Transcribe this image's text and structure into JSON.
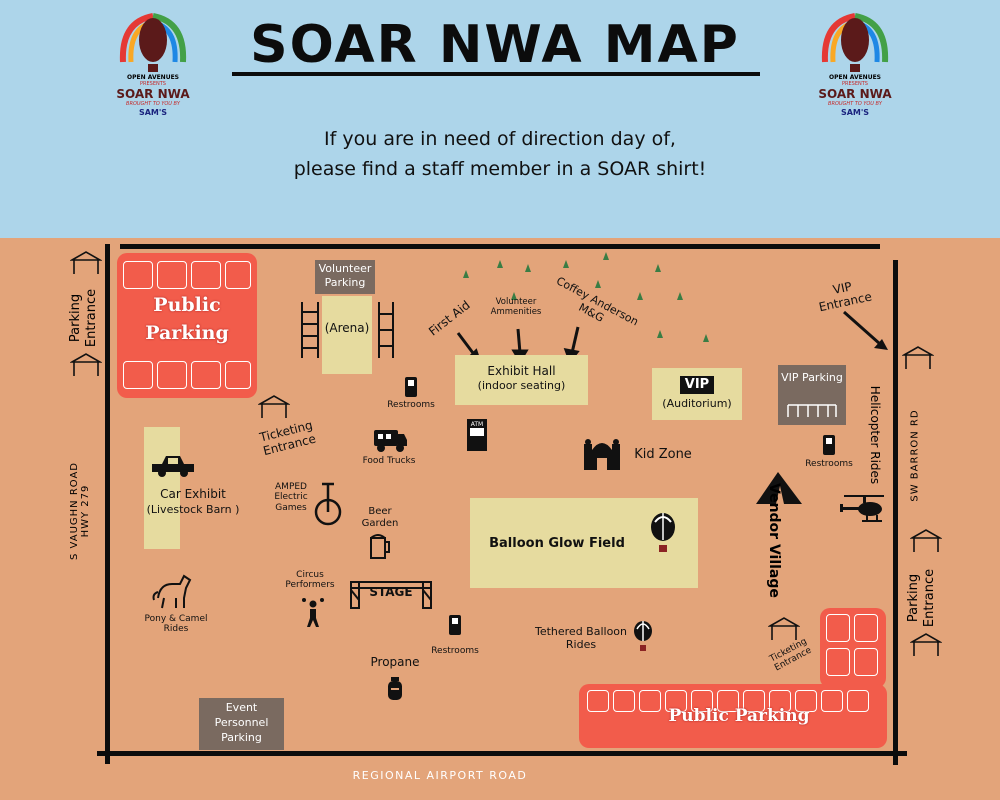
{
  "header": {
    "title": "SOAR NWA MAP",
    "subtitle_line1": "If you are in need of direction day of,",
    "subtitle_line2": "please find a staff member in a SOAR shirt!"
  },
  "logo": {
    "presenter": "OPEN AVENUES",
    "presents": "PRESENTS",
    "name": "SOAR NWA",
    "brought": "BROUGHT TO YOU BY",
    "sponsor": "SAM'S"
  },
  "roads": {
    "west": "S VAUGHN ROAD",
    "west_hwy": "HWY 279",
    "east": "SW BARRON RD",
    "south": "REGIONAL AIRPORT ROAD"
  },
  "lots": {
    "public_parking_nw": "Public Parking",
    "public_parking_se": "Public Parking"
  },
  "places": {
    "volunteer_parking": "Volunteer Parking",
    "arena": "(Arena)",
    "first_aid": "First Aid",
    "volunteer_amenities": "Volunteer Ammenities",
    "coffey": "Coffey Anderson M&G",
    "exhibit_hall": "Exhibit Hall",
    "exhibit_hall_sub": "(indoor seating)",
    "vip_badge": "VIP",
    "auditorium": "(Auditorium)",
    "vip_entrance": "VIP Entrance",
    "vip_parking": "VIP Parking",
    "restrooms_1": "Restrooms",
    "restrooms_2": "Restrooms",
    "restrooms_3": "Restrooms",
    "ticketing_entrance_1": "Ticketing Entrance",
    "ticketing_entrance_2": "Ticketing Entrance",
    "food_trucks": "Food Trucks",
    "kid_zone": "Kid Zone",
    "car_exhibit": "Car Exhibit",
    "car_exhibit_sub": "(Livestock Barn )",
    "amped": "AMPED Electric Games",
    "beer_garden": "Beer Garden",
    "balloon_glow": "Balloon Glow Field",
    "vendor_village": "Vendor Village",
    "helicopter_rides": "Helicopter Rides",
    "circus": "Circus Performers",
    "stage": "STAGE",
    "pony": "Pony & Camel Rides",
    "tethered": "Tethered Balloon Rides",
    "propane": "Propane",
    "event_personnel": "Event Personnel Parking",
    "parking_entrance_w": "Parking Entrance",
    "parking_entrance_e": "Parking Entrance",
    "atm": "ATM"
  },
  "colors": {
    "sky": "#ADD5EA",
    "ground": "#E3A47A",
    "lot": "#F25C4B",
    "tan": "#E6DB9F",
    "grey": "#7A6A60"
  }
}
